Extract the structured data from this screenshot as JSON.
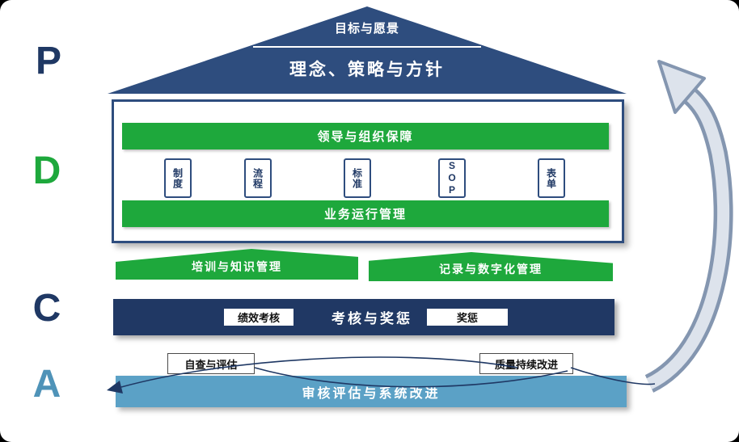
{
  "pdca_letters": [
    {
      "label": "P",
      "color": "#1f3864"
    },
    {
      "label": "D",
      "color": "#1ea83c"
    },
    {
      "label": "C",
      "color": "#1f3864"
    },
    {
      "label": "A",
      "color": "#4f93b8"
    }
  ],
  "roof": {
    "top_label": "目标与愿景",
    "main_label": "理念、策略与方针",
    "color": "#2e4d7e"
  },
  "house": {
    "leadership_bar": "领导与组织保障",
    "operation_bar": "业务运行管理",
    "tags": [
      {
        "label": "制度"
      },
      {
        "label": "流程"
      },
      {
        "label": "标准"
      },
      {
        "label": "SOP"
      },
      {
        "label": "表单"
      }
    ],
    "bar_color": "#1ea83c"
  },
  "banners": {
    "left": "培训与知识管理",
    "right": "记录与数字化管理",
    "color": "#1ea83c"
  },
  "check": {
    "title": "考核与奖惩",
    "left_box": "绩效考核",
    "right_box": "奖惩",
    "color": "#203864"
  },
  "act": {
    "bar": "审核评估与系统改进",
    "left_box": "自查与评估",
    "right_box": "质量持续改进",
    "color": "#5ba1c6"
  },
  "colors": {
    "navy": "#1f3864",
    "roof_blue": "#2e4d7e",
    "green": "#1ea83c",
    "teal": "#5ba1c6",
    "cycle_arrow_gray": "#8496b0"
  }
}
